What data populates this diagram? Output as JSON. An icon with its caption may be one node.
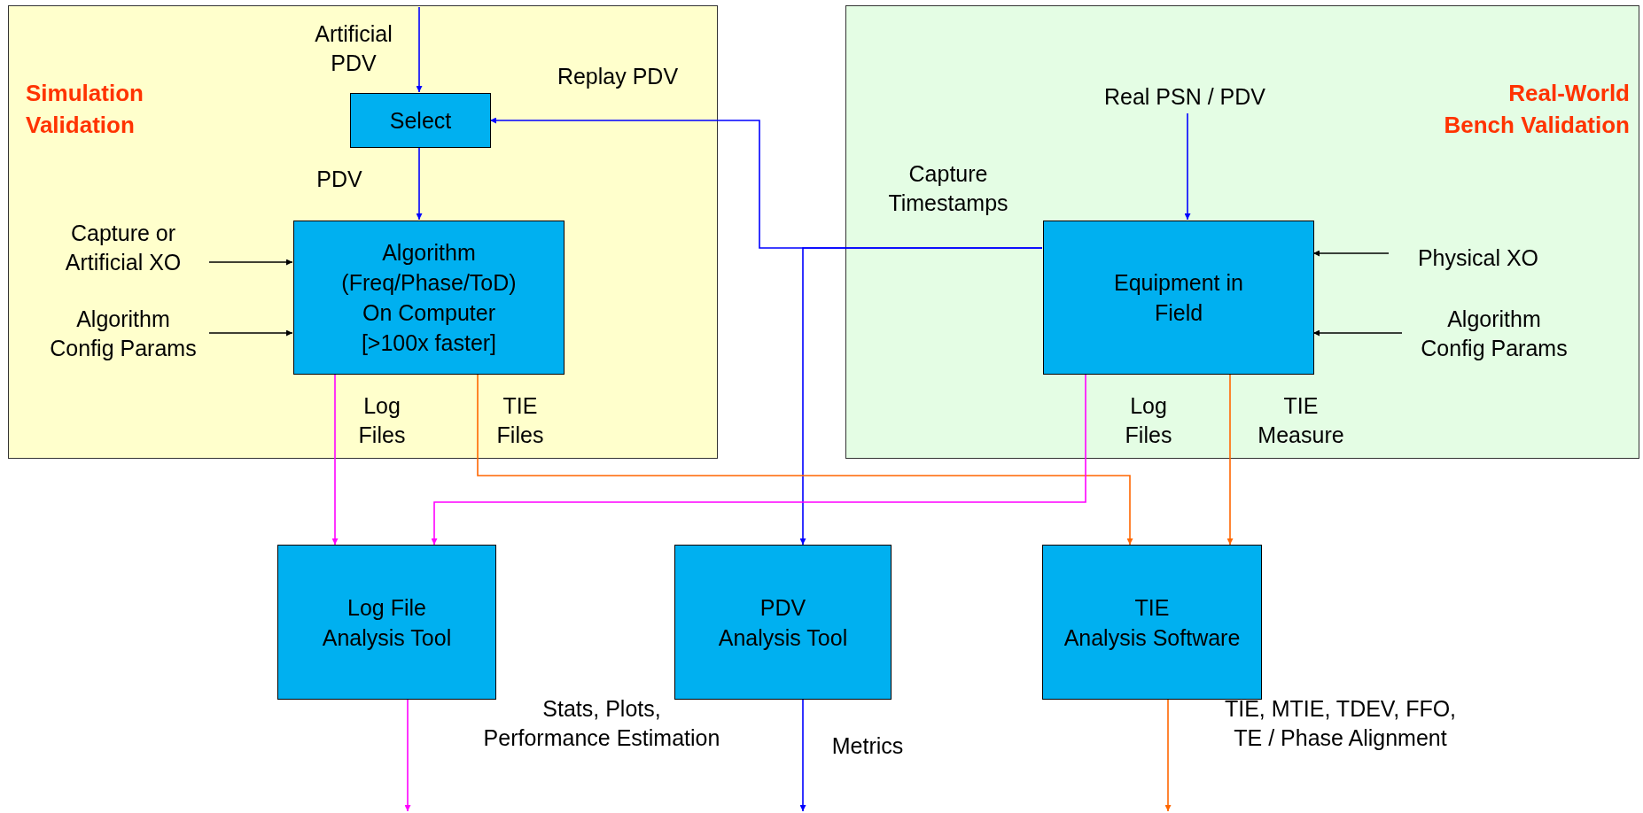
{
  "diagram": {
    "nodes": [
      {
        "text": [
          "Simulation Validation"
        ]
      },
      {
        "text": [
          "Real-World Bench Validation"
        ]
      },
      {
        "text": [
          "Select"
        ],
        "in": 0
      },
      {
        "text": [
          "Algorithm (Freq/Phase/ToD) On Computer [>100x faster]"
        ],
        "in": 0
      },
      {
        "text": [
          "Equipment in Field"
        ],
        "in": 1
      },
      {
        "text": [
          "Log File Analysis Tool"
        ]
      },
      {
        "text": [
          "PDV Analysis Tool"
        ]
      },
      {
        "text": [
          "TIE Analysis Software"
        ]
      },
      {
        "text": [
          "Capture or Artificial XO"
        ],
        "in": 0
      },
      {
        "text": [
          "Algorithm Config Params"
        ],
        "in": 0
      },
      {
        "text": [
          "Real PSN / PDV"
        ],
        "in": 1
      },
      {
        "text": [
          "Physical XO"
        ],
        "in": 1
      },
      {
        "text": [
          "Algorithm Config Params"
        ],
        "in": 1
      }
    ],
    "edges": [
      {
        "from": null,
        "to": 2,
        "arrow": "to",
        "label": "Artificial PDV"
      },
      {
        "from": 2,
        "to": 3,
        "arrow": "to",
        "label": "PDV"
      },
      {
        "from": 4,
        "to": 2,
        "arrow": "to",
        "label": "Replay PDV"
      },
      {
        "from": 4,
        "to": 6,
        "arrow": "to",
        "label": "Capture Timestamps"
      },
      {
        "from": 8,
        "to": 3,
        "arrow": "to",
        "color": "#000000"
      },
      {
        "from": 9,
        "to": 3,
        "arrow": "to",
        "color": "#000000"
      },
      {
        "from": 10,
        "to": 4,
        "arrow": "to"
      },
      {
        "from": 11,
        "to": 4,
        "arrow": "to",
        "color": "#000000"
      },
      {
        "from": 12,
        "to": 4,
        "arrow": "to",
        "color": "#000000"
      },
      {
        "from": 3,
        "to": 5,
        "arrow": "to",
        "label": "Log Files",
        "color": "#ff00ff"
      },
      {
        "from": 3,
        "to": 7,
        "arrow": "to",
        "label": "TIE Files",
        "color": "#ff6600"
      },
      {
        "from": 4,
        "to": 5,
        "arrow": "to",
        "label": "Log Files",
        "color": "#ff00ff"
      },
      {
        "from": 4,
        "to": 7,
        "arrow": "to",
        "label": "TIE Measure",
        "color": "#ff6600"
      },
      {
        "from": 5,
        "to": null,
        "arrow": "to",
        "label": "Stats, Plots, Performance Estimation",
        "color": "#ff00ff"
      },
      {
        "from": 6,
        "to": null,
        "arrow": "to",
        "label": "Metrics"
      },
      {
        "from": 7,
        "to": null,
        "arrow": "to",
        "label": "TIE, MTIE, TDEV, FFO, TE / Phase Alignment",
        "color": "#ff6600"
      }
    ]
  }
}
